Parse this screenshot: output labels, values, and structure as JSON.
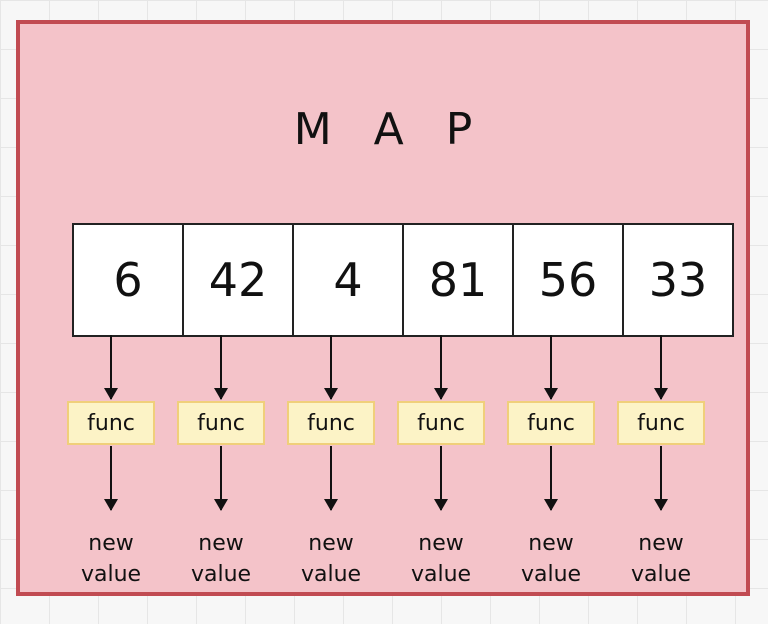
{
  "title": "M A P",
  "array": {
    "values": [
      "6",
      "42",
      "4",
      "81",
      "56",
      "33"
    ]
  },
  "function_label": "func",
  "result_label": {
    "line1": "new",
    "line2": "value"
  },
  "colors": {
    "frame_fill": "#f4c3c9",
    "frame_border": "#c14b52",
    "func_fill": "#fcf3c6",
    "func_border": "#f0cf7a"
  }
}
